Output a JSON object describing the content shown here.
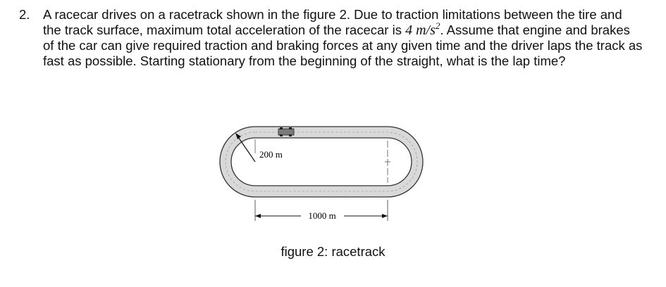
{
  "problem": {
    "number": "2.",
    "text_before_accel": "A racecar drives on a racetrack shown in the figure 2. Due to traction limitations between the tire and the track surface, maximum total acceleration of the racecar is",
    "accel_value": "4",
    "accel_unit_base": "m/s",
    "accel_unit_exp": "2",
    "text_after_accel": ". Assume that engine and brakes of the car can give required traction and braking forces at any given time and the driver laps the track as fast as possible. Starting stationary from the beginning of the straight, what is the lap time?"
  },
  "figure": {
    "radius_label": "200 m",
    "straight_label": "1000 m",
    "caption": "figure 2: racetrack"
  }
}
